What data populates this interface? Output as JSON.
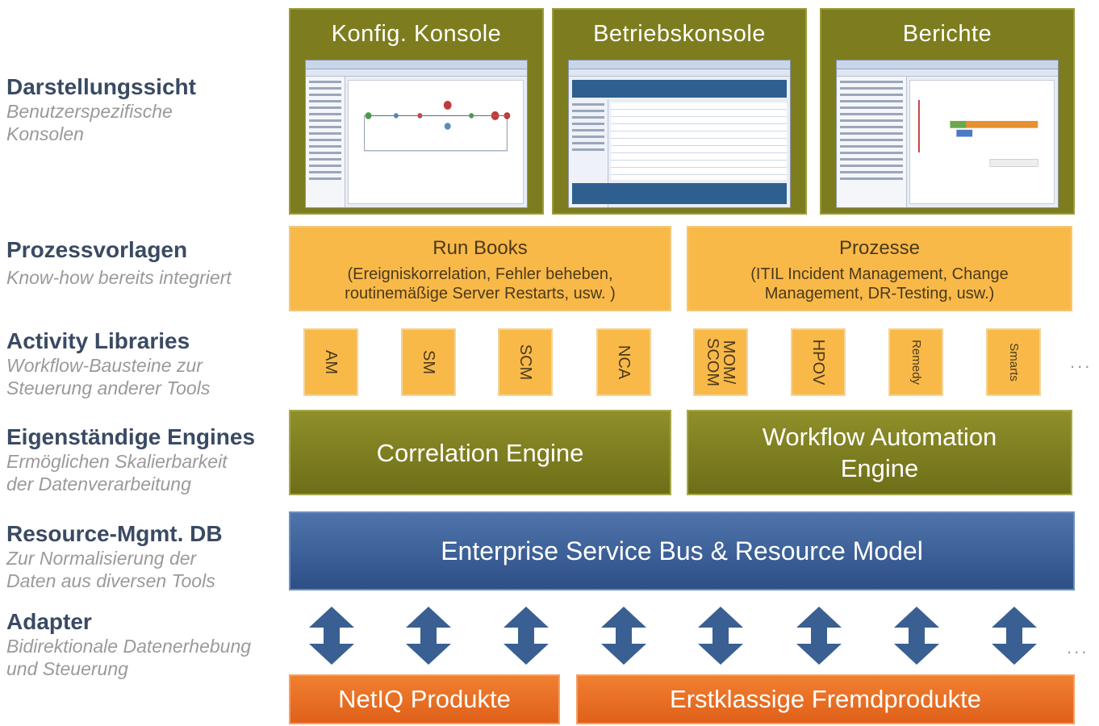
{
  "layers": [
    {
      "title": "Darstellungssicht",
      "subtitle": [
        "Benutzerspezifische",
        "Konsolen"
      ]
    },
    {
      "title": "Prozessvorlagen",
      "subtitle": [
        "Know-how bereits integriert"
      ]
    },
    {
      "title": "Activity Libraries",
      "subtitle": [
        "Workflow-Bausteine zur",
        "Steuerung anderer Tools"
      ]
    },
    {
      "title": "Eigenständige Engines",
      "subtitle": [
        "Ermöglichen Skalierbarkeit",
        "der Datenverarbeitung"
      ]
    },
    {
      "title": "Resource-Mgmt. DB",
      "subtitle": [
        "Zur Normalisierung der",
        "Daten aus diversen Tools"
      ]
    },
    {
      "title": "Adapter",
      "subtitle": [
        "Bidirektionale Datenerhebung",
        "und Steuerung"
      ]
    }
  ],
  "consoles": [
    "Konfig. Konsole",
    "Betriebskonsole",
    "Berichte"
  ],
  "process_templates": [
    {
      "title": "Run Books",
      "desc": [
        "(Ereigniskorrelation, Fehler beheben,",
        "routinemäßige Server Restarts, usw. )"
      ]
    },
    {
      "title": "Prozesse",
      "desc": [
        "(ITIL Incident Management, Change",
        "Management, DR-Testing, usw.)"
      ]
    }
  ],
  "libraries": [
    "AM",
    "SM",
    "SCM",
    "NCA",
    "MOM/ SCOM",
    "HPOV",
    "Remedy",
    "Smarts"
  ],
  "libraries_more": "...",
  "engines": [
    {
      "line1": "Correlation Engine",
      "line2": ""
    },
    {
      "line1": "Workflow Automation",
      "line2": "Engine"
    }
  ],
  "esb": "Enterprise Service Bus & Resource Model",
  "adapters_more": "...",
  "products": [
    "NetIQ Produkte",
    "Erstklassige Fremdprodukte"
  ],
  "colors": {
    "olive": "#7d7d1f",
    "amber": "#f9b949",
    "blue": "#2c4f86",
    "orange": "#e0601a",
    "label_blue": "#3a4a63"
  }
}
